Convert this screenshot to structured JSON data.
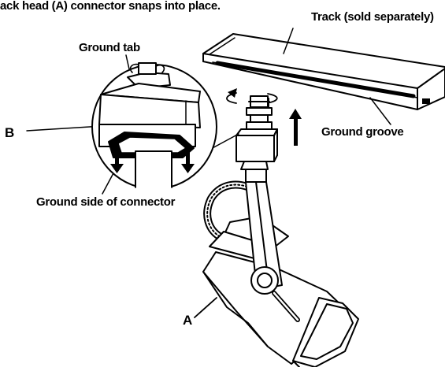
{
  "diagram": {
    "caption": "ack head (A) connector snaps into place.",
    "labels": {
      "track": "Track (sold separately)",
      "ground_tab": "Ground tab",
      "part_b": "B",
      "ground_groove": "Ground groove",
      "ground_side": "Ground side of connector",
      "part_a": "A"
    }
  }
}
